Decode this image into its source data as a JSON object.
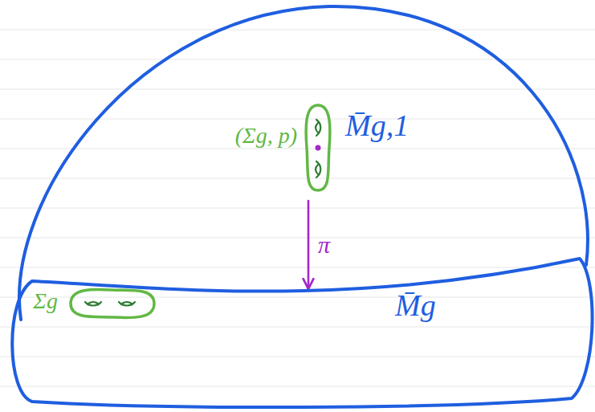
{
  "diagram": {
    "nodes": [
      {
        "text": [
          "M̄g,1"
        ]
      },
      {
        "text": [
          "(Σg, p)"
        ],
        "in": 0
      },
      {
        "text": [
          "M̄g"
        ],
        "in": 0
      },
      {
        "text": [
          "Σg"
        ],
        "in": 2
      }
    ],
    "edges": [
      {
        "from": 1,
        "to": 2,
        "arrow": "to",
        "label": "π"
      }
    ]
  }
}
